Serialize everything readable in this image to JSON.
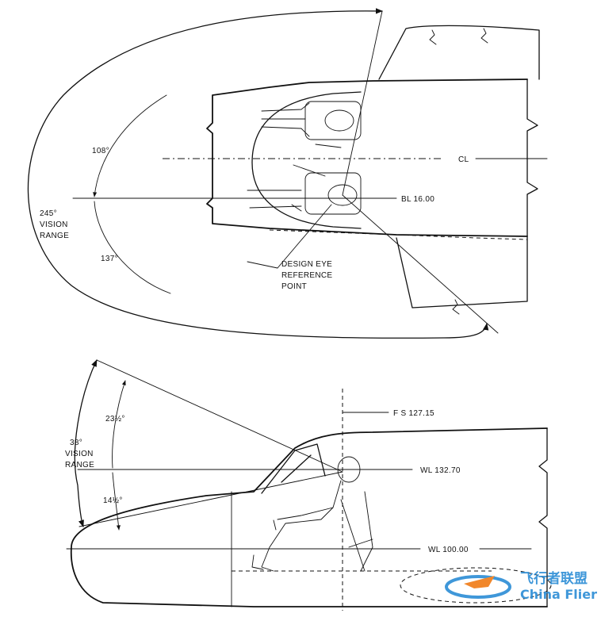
{
  "top_view": {
    "angle_forward": "108°",
    "range_line1": "245°",
    "range_line2": "VISION",
    "range_line3": "RANGE",
    "angle_aft": "137°",
    "centerline": "CL",
    "buttock_line": "BL 16.00",
    "eye_line1": "DESIGN EYE",
    "eye_line2": "REFERENCE",
    "eye_line3": "POINT"
  },
  "side_view": {
    "angle_up": "23½°",
    "range_line1": "38°",
    "range_line2": "VISION",
    "range_line3": "RANGE",
    "angle_down": "14½°",
    "fuselage_station": "F S 127.15",
    "waterline_eye": "WL 132.70",
    "waterline_floor": "WL 100.00"
  },
  "watermark": {
    "cn": "飞行者联盟",
    "en": "China Flier",
    "color": "#2f8fd6",
    "accent": "#f07d1a"
  }
}
